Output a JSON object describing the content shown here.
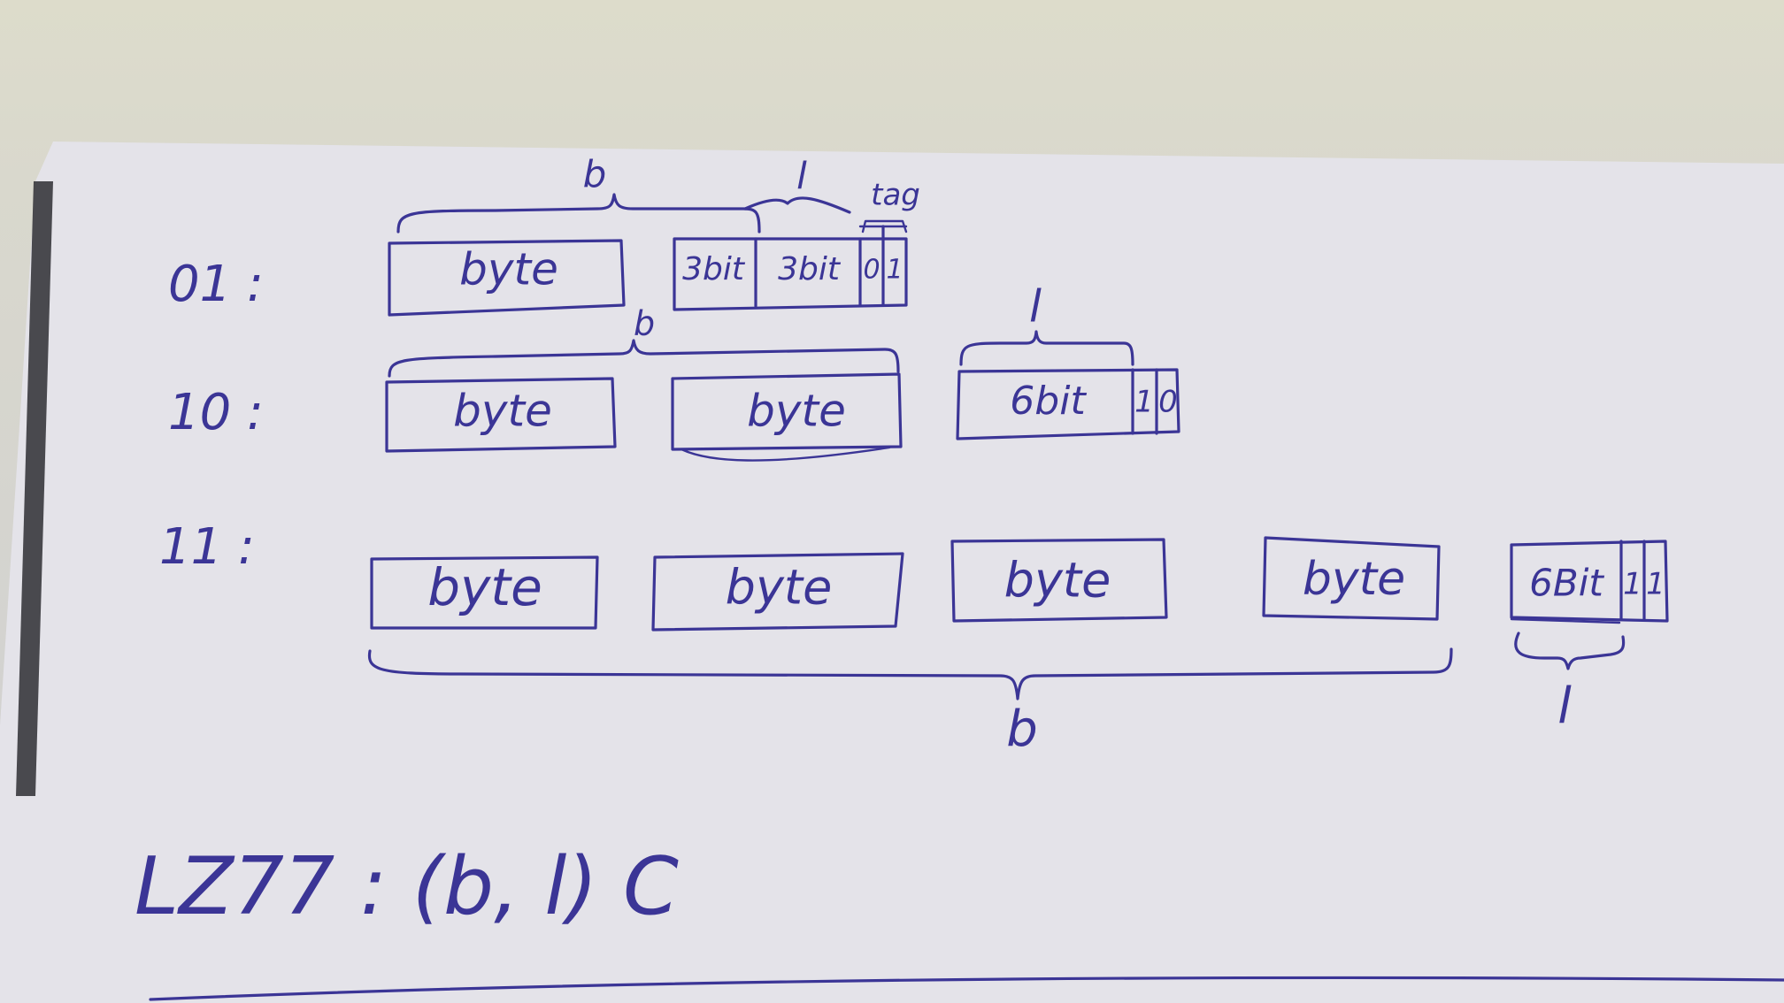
{
  "rows": [
    {
      "label": "01 :",
      "boxes": [
        "byte"
      ],
      "fields": [
        "3bit",
        "3bit",
        "0",
        "1"
      ],
      "brace_b": "b",
      "brace_l": "l",
      "brace_tag": "tag"
    },
    {
      "label": "10 :",
      "boxes": [
        "byte",
        "byte"
      ],
      "fields": [
        "6bit",
        "1",
        "0"
      ],
      "brace_b": "b",
      "brace_l": "l"
    },
    {
      "label": "11 :",
      "boxes": [
        "byte",
        "byte",
        "byte",
        "byte"
      ],
      "fields": [
        "6Bit",
        "1",
        "1"
      ],
      "brace_b": "b",
      "brace_l": "l"
    }
  ],
  "formula": "LZ77 : (b, l) C",
  "colors": {
    "ink": "#3b3596",
    "paper": "#e6e5ea",
    "table": "#dcdbca"
  }
}
